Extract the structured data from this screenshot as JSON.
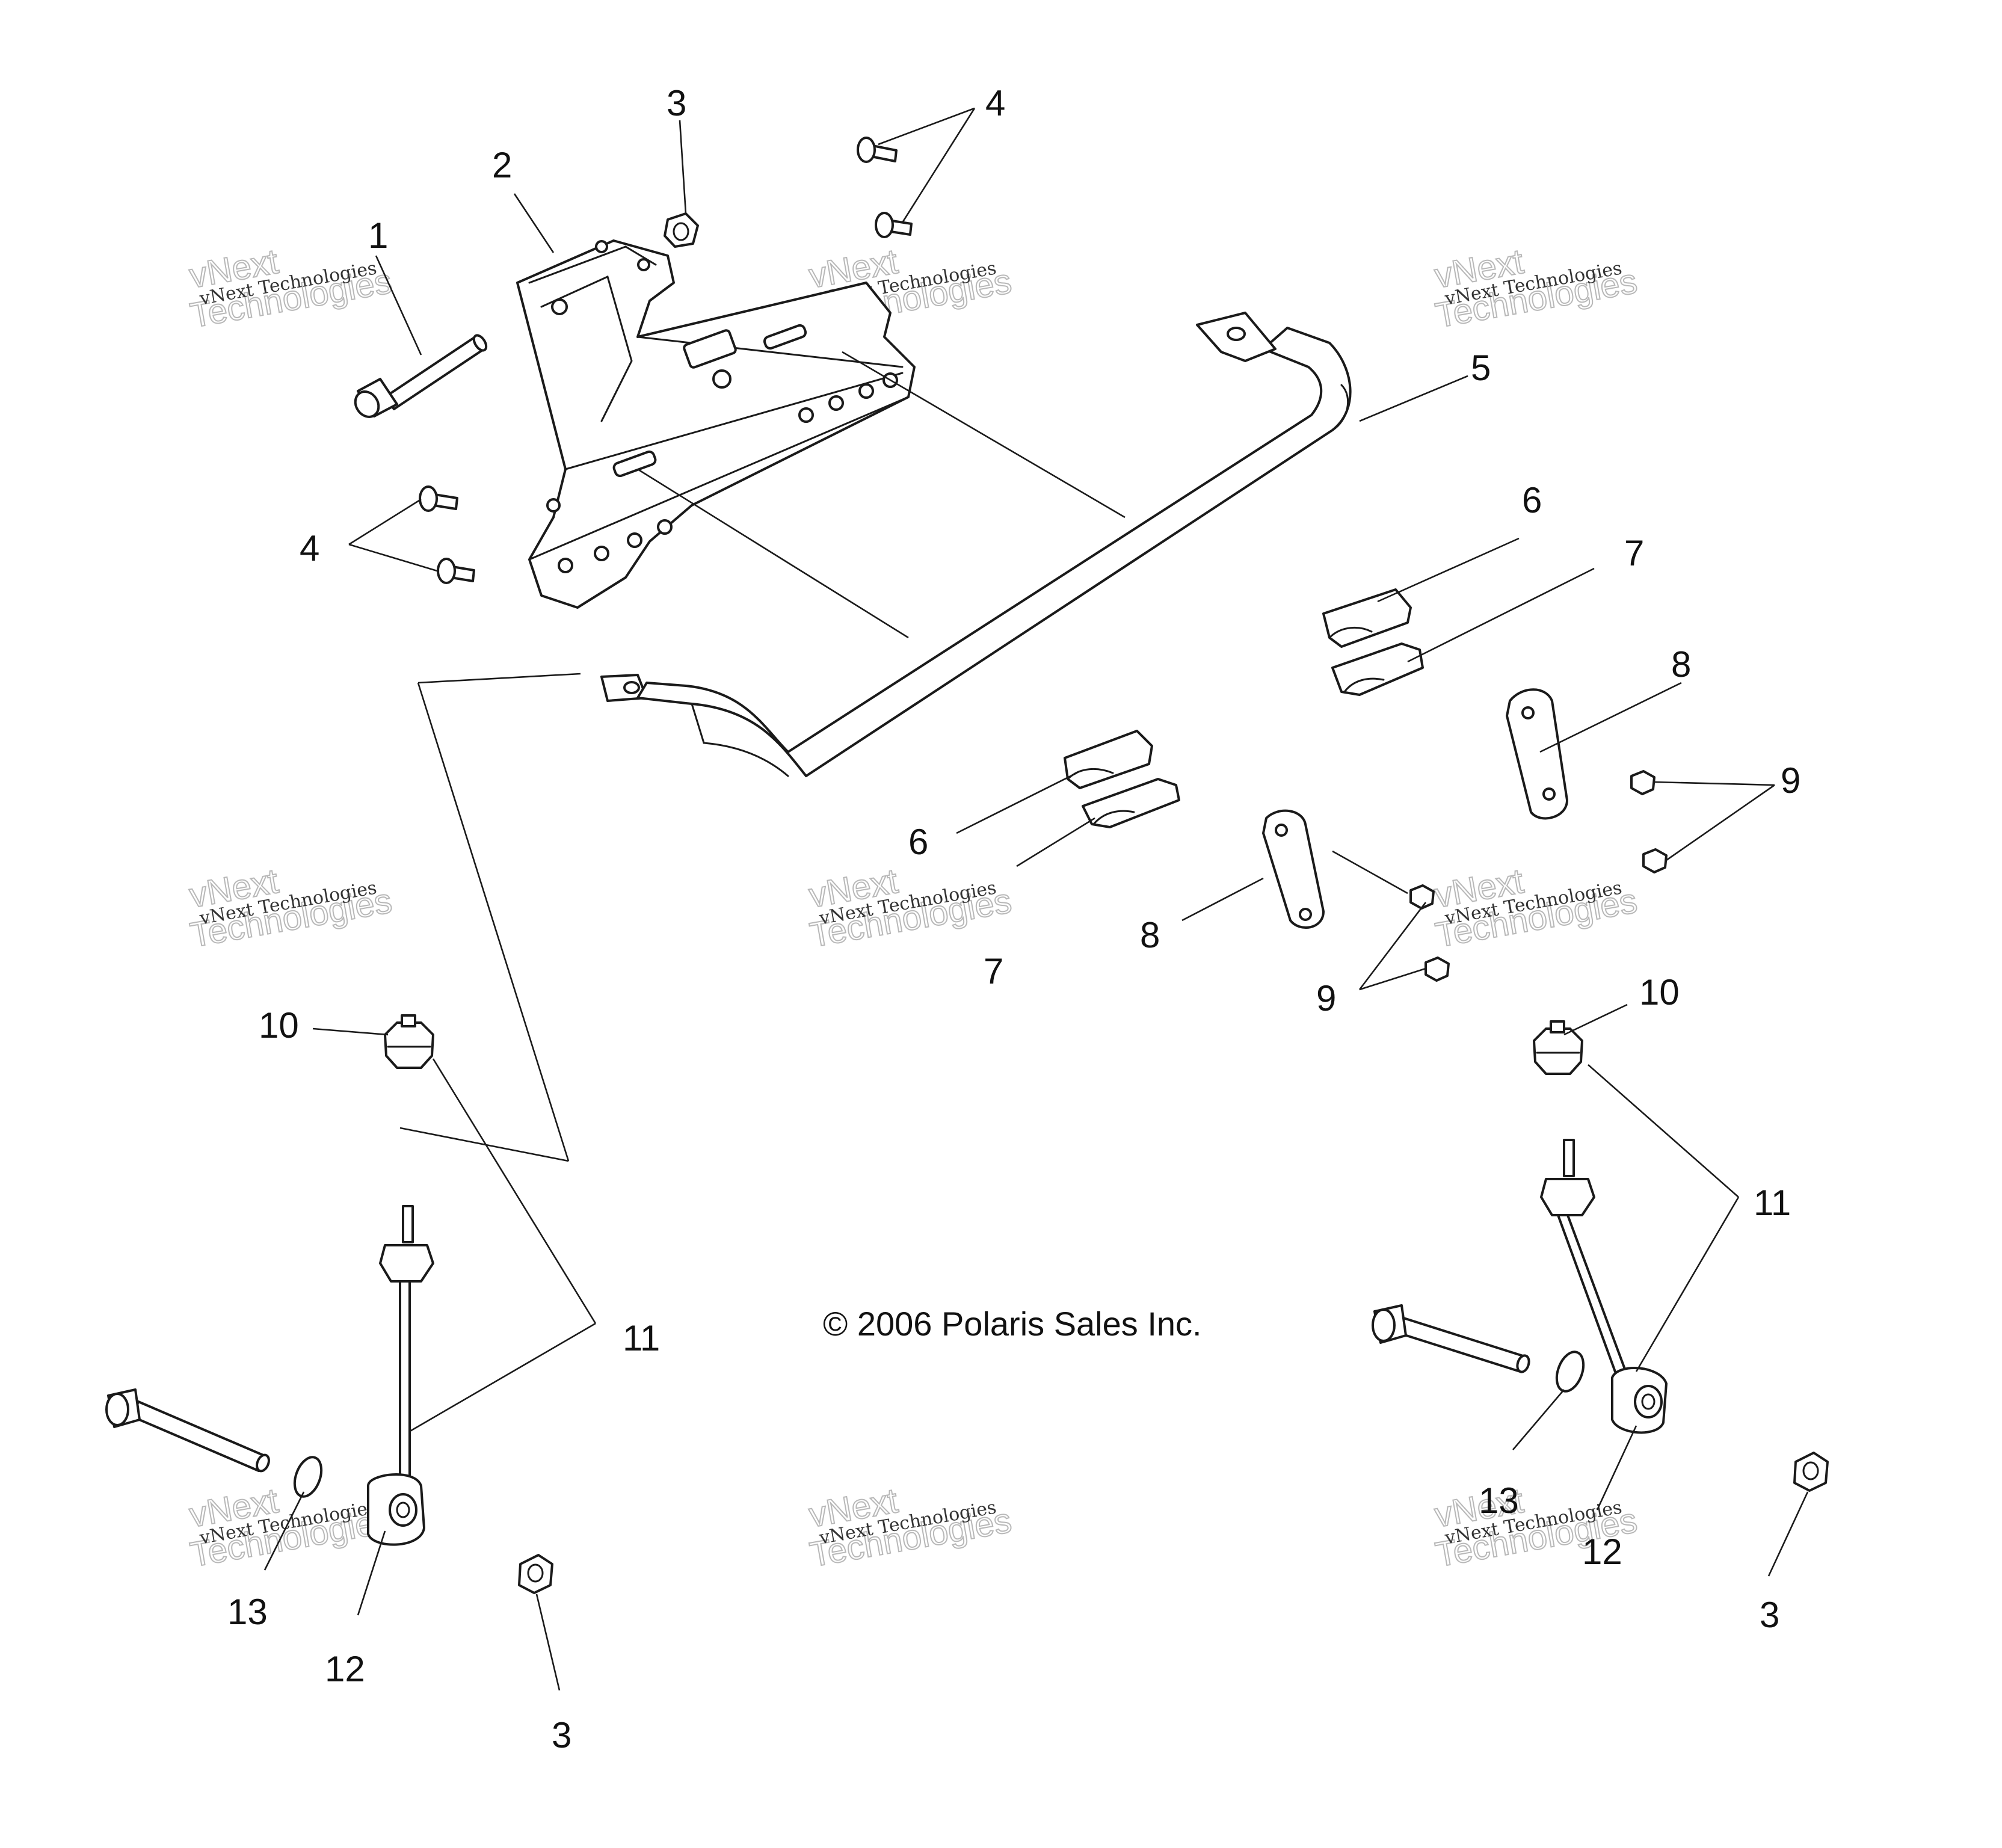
{
  "diagram": {
    "copyright": "© 2006 Polaris Sales Inc.",
    "watermark": {
      "line1": "vNext Technologies",
      "line2": "vNext",
      "line3": "Technologies"
    },
    "callouts": {
      "c1": "1",
      "c2": "2",
      "c3a": "3",
      "c3b": "3",
      "c3c": "3",
      "c4a": "4",
      "c4b": "4",
      "c5": "5",
      "c6a": "6",
      "c6b": "6",
      "c7a": "7",
      "c7b": "7",
      "c8a": "8",
      "c8b": "8",
      "c9a": "9",
      "c9b": "9",
      "c10a": "10",
      "c10b": "10",
      "c11a": "11",
      "c11b": "11",
      "c12a": "12",
      "c12b": "12",
      "c13a": "13",
      "c13b": "13"
    }
  }
}
